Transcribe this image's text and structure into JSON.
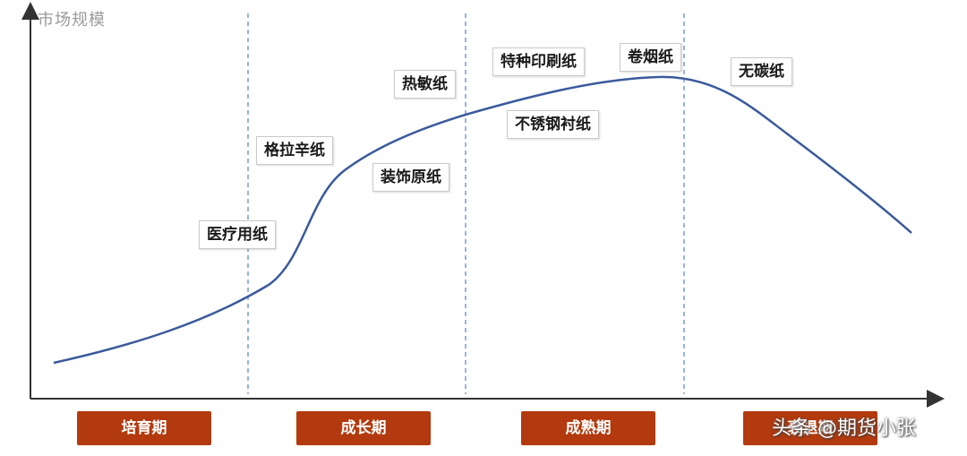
{
  "diagram": {
    "y_axis_label": "市场规模",
    "x_axis_label": "",
    "stages": [
      "培育期",
      "成长期",
      "成熟期",
      "衰退期"
    ],
    "products": [
      {
        "name": "医疗用纸",
        "stage": "培育期"
      },
      {
        "name": "格拉辛纸",
        "stage": "成长期"
      },
      {
        "name": "装饰原纸",
        "stage": "成长期"
      },
      {
        "name": "热敏纸",
        "stage": "成长期"
      },
      {
        "name": "特种印刷纸",
        "stage": "成熟期"
      },
      {
        "name": "不锈钢衬纸",
        "stage": "成熟期"
      },
      {
        "name": "卷烟纸",
        "stage": "成熟期"
      },
      {
        "name": "无碳纸",
        "stage": "衰退期"
      }
    ],
    "colors": {
      "curve": "#3a5a9c",
      "axis": "#333333",
      "divider": "#7a9ad0",
      "stage_fill": "#b23a0e"
    }
  },
  "watermark": "头条 @期货小张"
}
